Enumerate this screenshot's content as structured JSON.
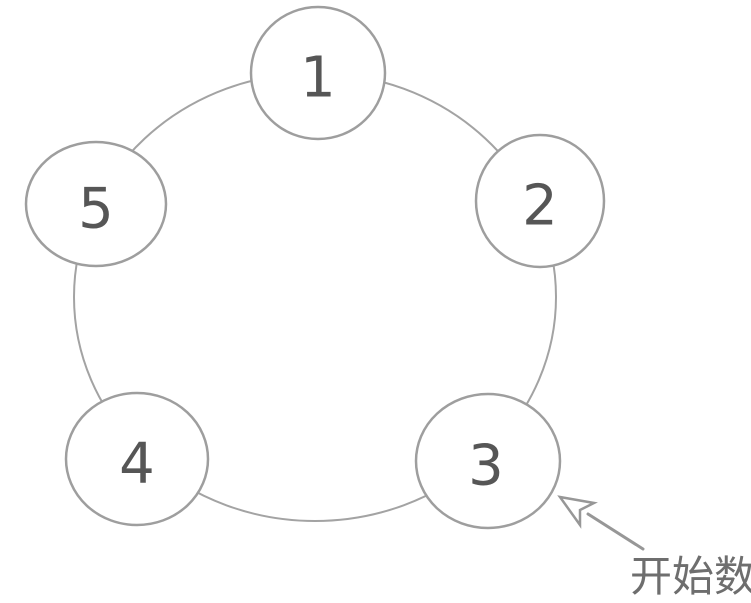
{
  "diagram": {
    "type": "circular-node-diagram",
    "nodes": [
      {
        "id": 1,
        "label": "1"
      },
      {
        "id": 2,
        "label": "2"
      },
      {
        "id": 3,
        "label": "3"
      },
      {
        "id": 4,
        "label": "4"
      },
      {
        "id": 5,
        "label": "5"
      }
    ],
    "annotation": {
      "label": "开始数",
      "points_to_node": "3"
    },
    "colors": {
      "background": "#ffffff",
      "outline": "#9e9e9e",
      "ring": "#a3a3a3",
      "number_text": "#565656",
      "annotation_text": "#6e6e6e",
      "arrow": "#979797"
    }
  }
}
